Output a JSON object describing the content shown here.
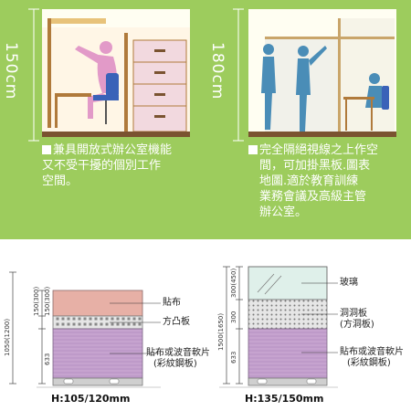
{
  "left": {
    "height_label": "150cm",
    "description_lines": [
      "兼具開放式辦公室機能",
      "又不受干擾的個別工作",
      "空間。"
    ]
  },
  "right": {
    "height_label": "180cm",
    "description_lines": [
      "完全隔絕視線之上作空",
      "間，可加掛黑板.圖表",
      "地圖.適於教育訓練",
      "業務會議及高級主管",
      "辦公室。"
    ]
  },
  "diagram_left": {
    "total_height_label": "1050(1200)",
    "segment_labels": [
      "150(300)",
      "150(300)",
      "633"
    ],
    "callouts": [
      "貼布",
      "方凸板",
      "貼布或波音軟片",
      "(彩紋鋼板)"
    ],
    "width_label": "H:105/120mm"
  },
  "diagram_right": {
    "total_height_label": "1500(1650)",
    "segment_labels": [
      "300(450)",
      "300",
      "633"
    ],
    "callouts": [
      "玻璃",
      "洞洞板",
      "(方洞板)",
      "貼布或波音軟片",
      "(彩紋鋼板)"
    ],
    "width_label": "H:135/150mm"
  },
  "colors": {
    "background_top": "#9dcc5d",
    "panel": "#fffef2",
    "fabric_pink": "#e7b0a6",
    "steel_purple": "#c6a3cf",
    "glass": "#dff0ea",
    "perforated": "#e6e6e6"
  }
}
